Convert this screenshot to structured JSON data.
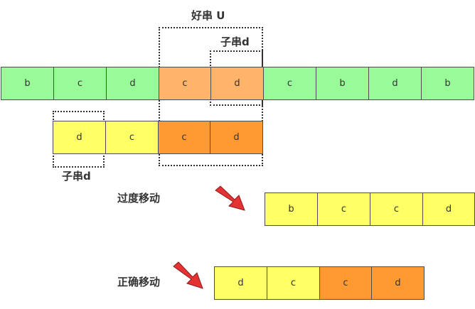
{
  "row_main": {
    "cells": [
      {
        "text": "b",
        "color": "#98fa98"
      },
      {
        "text": "c",
        "color": "#98fa98"
      },
      {
        "text": "d",
        "color": "#98fa98"
      },
      {
        "text": "c",
        "color": "#ffb469"
      },
      {
        "text": "d",
        "color": "#ffb469"
      },
      {
        "text": "c",
        "color": "#98fa98"
      },
      {
        "text": "b",
        "color": "#98fa98"
      },
      {
        "text": "d",
        "color": "#98fa98"
      },
      {
        "text": "b",
        "color": "#98fa98"
      }
    ]
  },
  "row_pattern": {
    "cells": [
      {
        "text": "d",
        "color": "#ffff66"
      },
      {
        "text": "c",
        "color": "#ffff66"
      },
      {
        "text": "c",
        "color": "#ff9a33"
      },
      {
        "text": "d",
        "color": "#ff9a33"
      }
    ]
  },
  "row_overshift": {
    "cells": [
      {
        "text": "b",
        "color": "#ffff66"
      },
      {
        "text": "c",
        "color": "#ffff66"
      },
      {
        "text": "c",
        "color": "#ffff66"
      },
      {
        "text": "d",
        "color": "#ffff66"
      }
    ]
  },
  "row_correct": {
    "cells": [
      {
        "text": "d",
        "color": "#ffff66"
      },
      {
        "text": "c",
        "color": "#ffff66"
      },
      {
        "text": "c",
        "color": "#ff9a33"
      },
      {
        "text": "d",
        "color": "#ff9a33"
      }
    ]
  },
  "labels": {
    "good_suffix": "好串 U",
    "substring_top": "子串d",
    "substring_bottom": "子串d",
    "overshift": "过度移动",
    "correct": "正确移动"
  },
  "arrow_color": "#e53333"
}
